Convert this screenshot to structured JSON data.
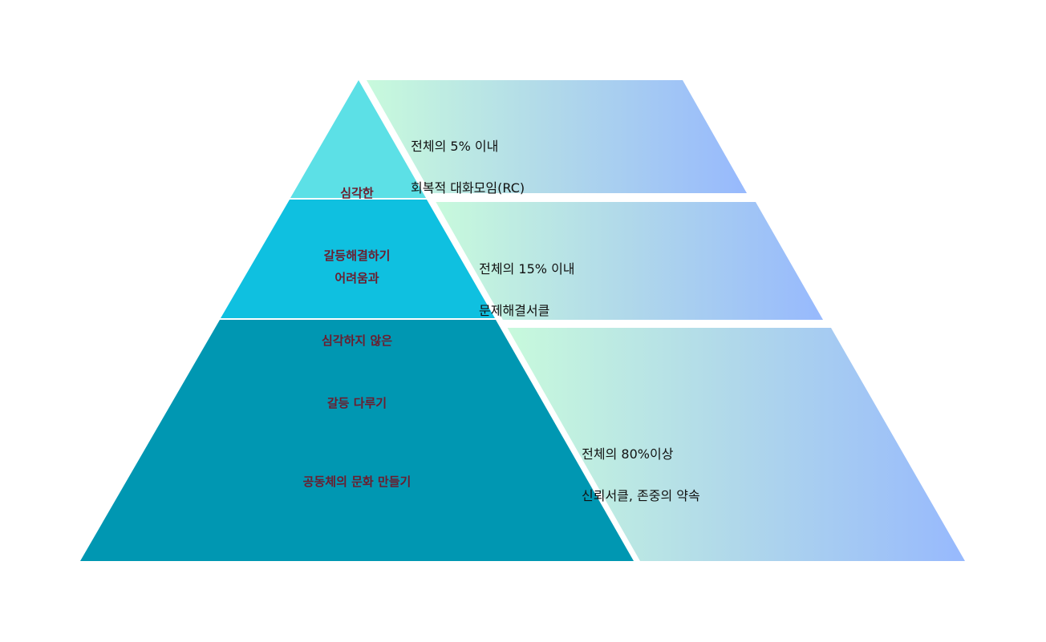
{
  "diagram": {
    "type": "pyramid",
    "levels": [
      {
        "level": 1,
        "position": "top",
        "label_lines": [
          "심각한",
          "갈등해결하기"
        ],
        "label": "심각한 갈등해결하기",
        "desc_line1": "전체의 5% 이내",
        "desc_line2": "회복적 대화모임(RC)",
        "fill": "#5ce0e6"
      },
      {
        "level": 2,
        "position": "middle",
        "label_lines": [
          "어려움과",
          "심각하지 않은",
          "갈등 다루기"
        ],
        "label": "어려움과 심각하지 않은 갈등 다루기",
        "desc_line1": "전체의 15% 이내",
        "desc_line2": "문제해결서클",
        "fill": "#0fc0e0"
      },
      {
        "level": 3,
        "position": "bottom",
        "label_lines": [
          "공동체의 문화 만들기"
        ],
        "label": "공동체의 문화 만들기",
        "desc_line1": "전체의 80%이상",
        "desc_line2": "신뢰서클, 존중의 약속",
        "fill": "#0097b2"
      }
    ],
    "colors": {
      "label_text": "#6b1d2e",
      "desc_text": "#111111",
      "panel_gradient_start": "#c8fadc",
      "panel_gradient_end": "#97b9fd"
    }
  },
  "labels": {
    "l1a": "심각한",
    "l1b": "갈등해결하기",
    "l2a": "어려움과",
    "l2b": "심각하지 않은",
    "l2c": "갈등 다루기",
    "l3a": "공동체의 문화 만들기"
  },
  "descs": {
    "d1a": "전체의 5% 이내",
    "d1b": "회복적 대화모임(RC)",
    "d2a": "전체의 15% 이내",
    "d2b": "문제해결서클",
    "d3a": "전체의 80%이상",
    "d3b": "신뢰서클, 존중의 약속"
  }
}
